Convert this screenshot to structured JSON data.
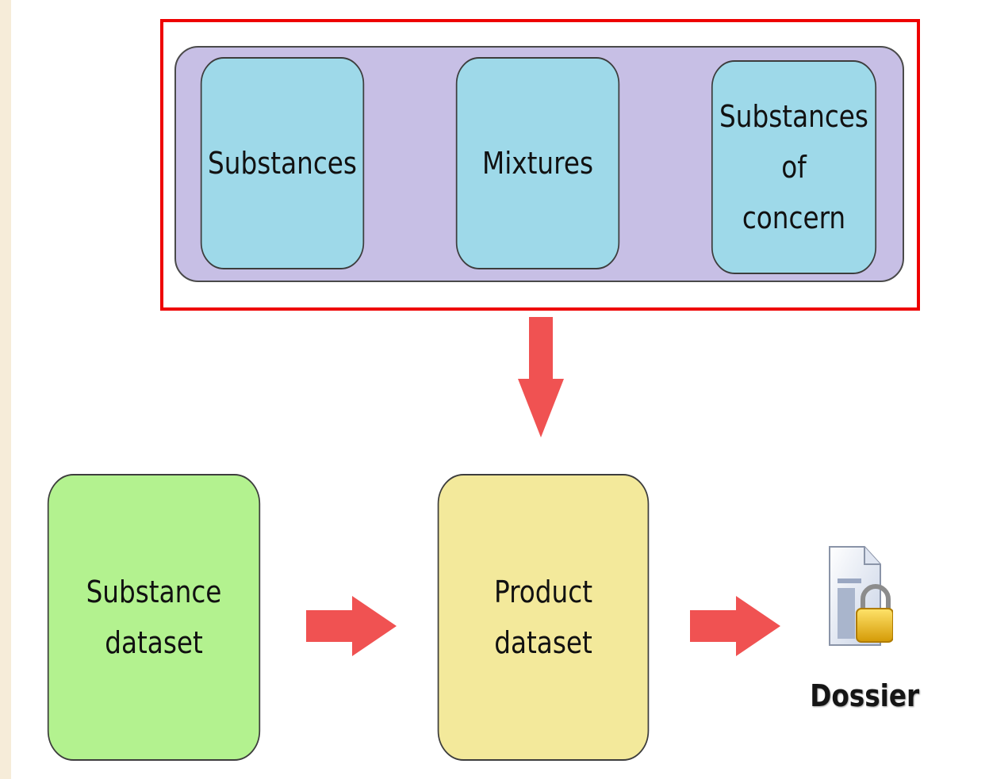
{
  "group": {
    "items": [
      {
        "label": "Substances"
      },
      {
        "label": "Mixtures"
      },
      {
        "label": "Substances\nof\nconcern"
      }
    ]
  },
  "flow": {
    "substance_dataset": "Substance\ndataset",
    "product_dataset": "Product\ndataset",
    "dossier": "Dossier"
  },
  "icons": {
    "dossier": "locked-document-icon",
    "arrow": "arrow-icon"
  },
  "colors": {
    "frame": "#ee0000",
    "group_bg": "#c7bfe5",
    "item_bg": "#9ed9e9",
    "substance_bg": "#b3f28f",
    "product_bg": "#f3e99b",
    "arrow": "#f05252"
  }
}
